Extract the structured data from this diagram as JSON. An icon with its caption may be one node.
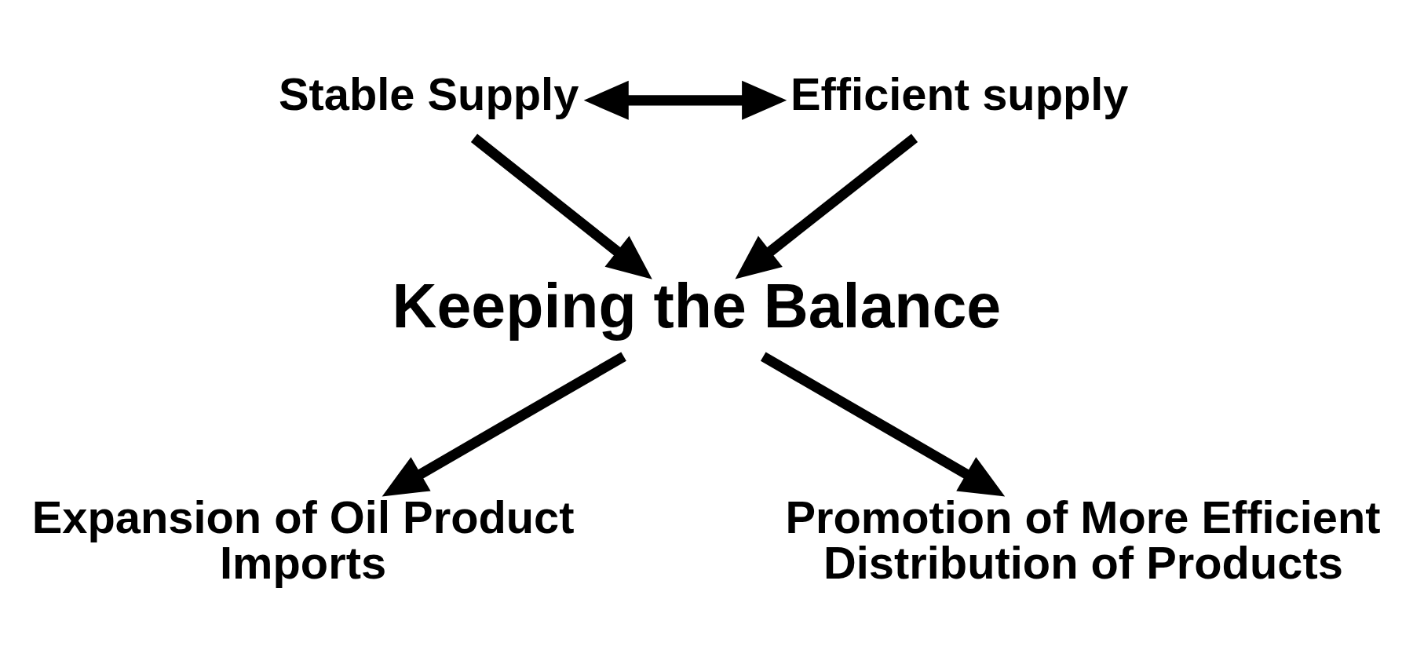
{
  "diagram": {
    "nodes": [
      {
        "text": [
          "Stable Supply"
        ]
      },
      {
        "text": [
          "Efficient supply"
        ]
      },
      {
        "text": [
          "Keeping the Balance"
        ]
      },
      {
        "text": [
          "Expansion of Oil Product Imports"
        ]
      },
      {
        "text": [
          "Promotion of More Efficient Distribution of Products"
        ]
      }
    ],
    "edges": [
      {
        "from": 0,
        "to": 1,
        "arrow": "both"
      },
      {
        "from": 0,
        "to": 2,
        "arrow": "to"
      },
      {
        "from": 1,
        "to": 2,
        "arrow": "to"
      },
      {
        "from": 2,
        "to": 3,
        "arrow": "to"
      },
      {
        "from": 2,
        "to": 4,
        "arrow": "to"
      }
    ]
  }
}
